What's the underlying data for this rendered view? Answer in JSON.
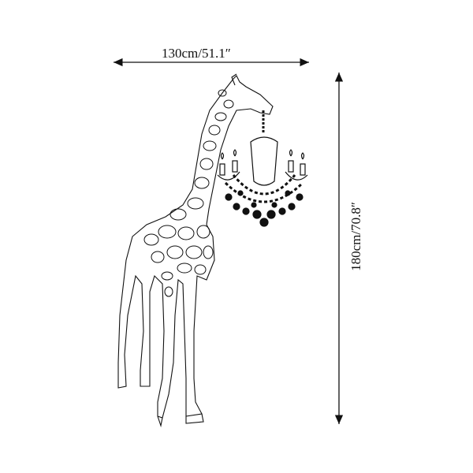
{
  "dimensions": {
    "width_label": "130cm/51.1″",
    "height_label": "180cm/70.8″"
  },
  "figure": {
    "subject": "giraffe-with-chandelier-lamp",
    "line_color": "#111111"
  }
}
